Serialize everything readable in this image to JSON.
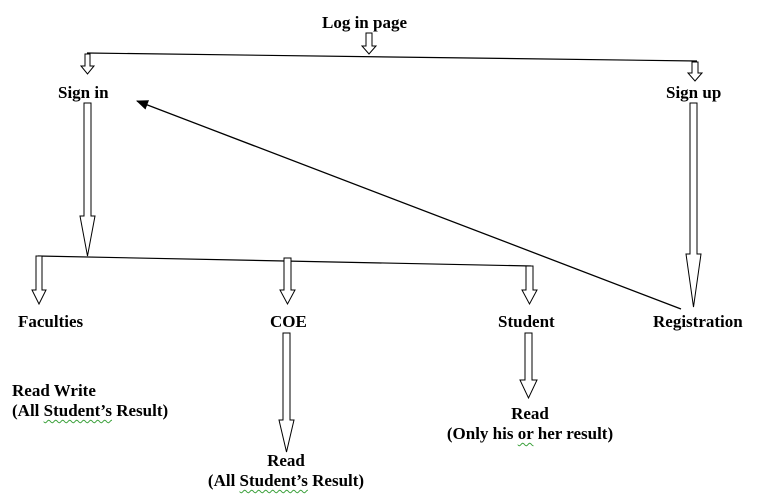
{
  "labels": {
    "login_page": "Log in page",
    "sign_in": "Sign in",
    "sign_up": "Sign up",
    "faculties": "Faculties",
    "coe": "COE",
    "student": "Student",
    "registration": "Registration",
    "faculties_access": {
      "line1": "Read Write",
      "line2_prefix": "(All ",
      "line2_marked": "Student’s",
      "line2_suffix": " Result)"
    },
    "coe_access": {
      "line1": "Read",
      "line2_prefix": "(All ",
      "line2_marked": "Student’s",
      "line2_suffix": " Result)"
    },
    "student_access": {
      "line1": "Read",
      "line2_prefix": "(Only his ",
      "line2_marked": "or",
      "line2_suffix": "  her result)"
    }
  },
  "colors": {
    "stroke": "#000000",
    "background": "#ffffff",
    "spellcheck_squiggle": "#3aa03a"
  }
}
